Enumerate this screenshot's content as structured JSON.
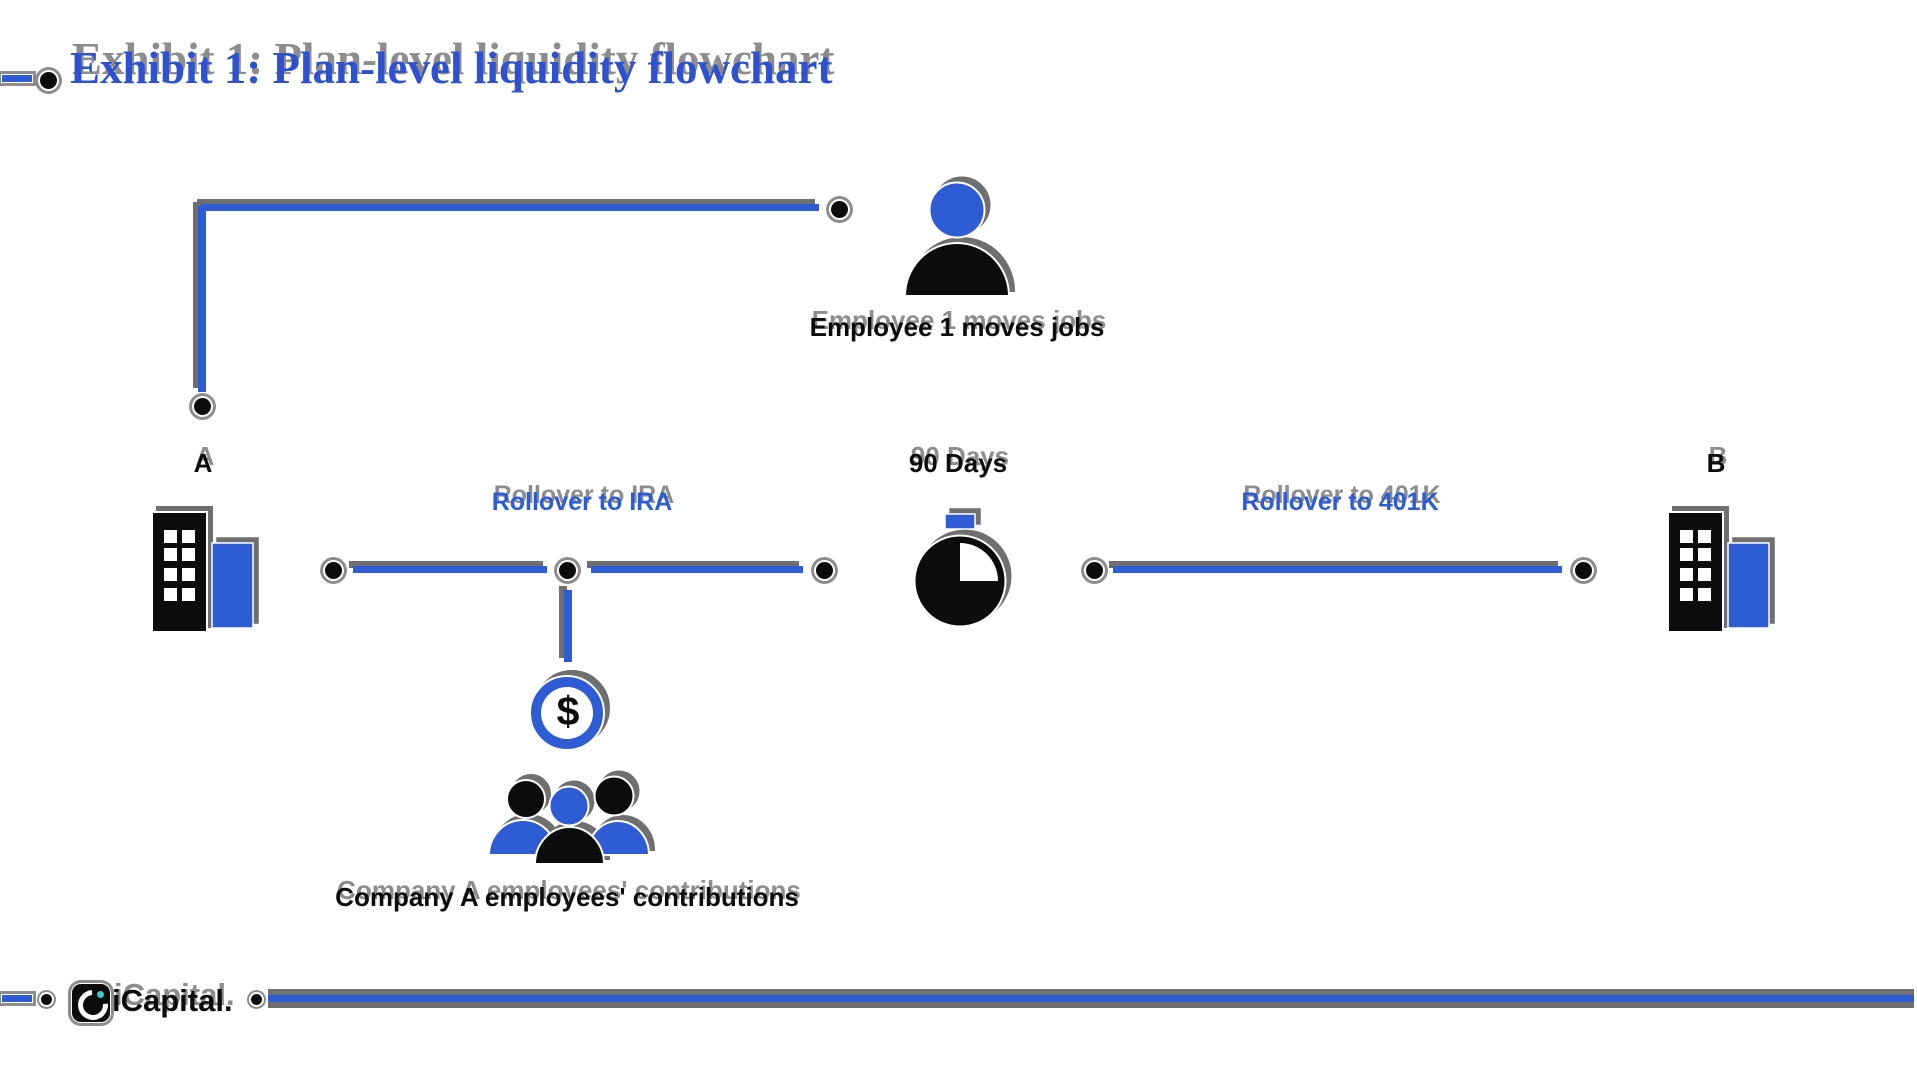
{
  "page": {
    "title": "Exhibit 1: Plan-level liquidity flowchart"
  },
  "nodes": {
    "employee": {
      "label": "Employee 1 moves jobs"
    },
    "company_a": {
      "label": "A"
    },
    "company_b": {
      "label": "B"
    },
    "timer": {
      "label": "90 Days"
    },
    "contributions": {
      "label": "Company A employees' contributions"
    },
    "dollar": {
      "symbol": "$"
    }
  },
  "edges": {
    "rollover_ira": {
      "label": "Rollover to IRA"
    },
    "rollover_401k": {
      "label": "Rollover to 401K"
    }
  },
  "footer": {
    "brand": "iCapital."
  },
  "icons": [
    "person-icon",
    "building-icon",
    "clock-icon",
    "dollar-icon",
    "people-group-icon",
    "icapital-logo-icon"
  ],
  "colors": {
    "accent_blue": "#2e5cd4",
    "title_blue": "#2e52cf",
    "icon_black": "#0c0c0c",
    "shadow_gray": "#6f6f6f",
    "halo_gray": "#8d8d8d",
    "logo_teal": "#3ec6cb"
  }
}
